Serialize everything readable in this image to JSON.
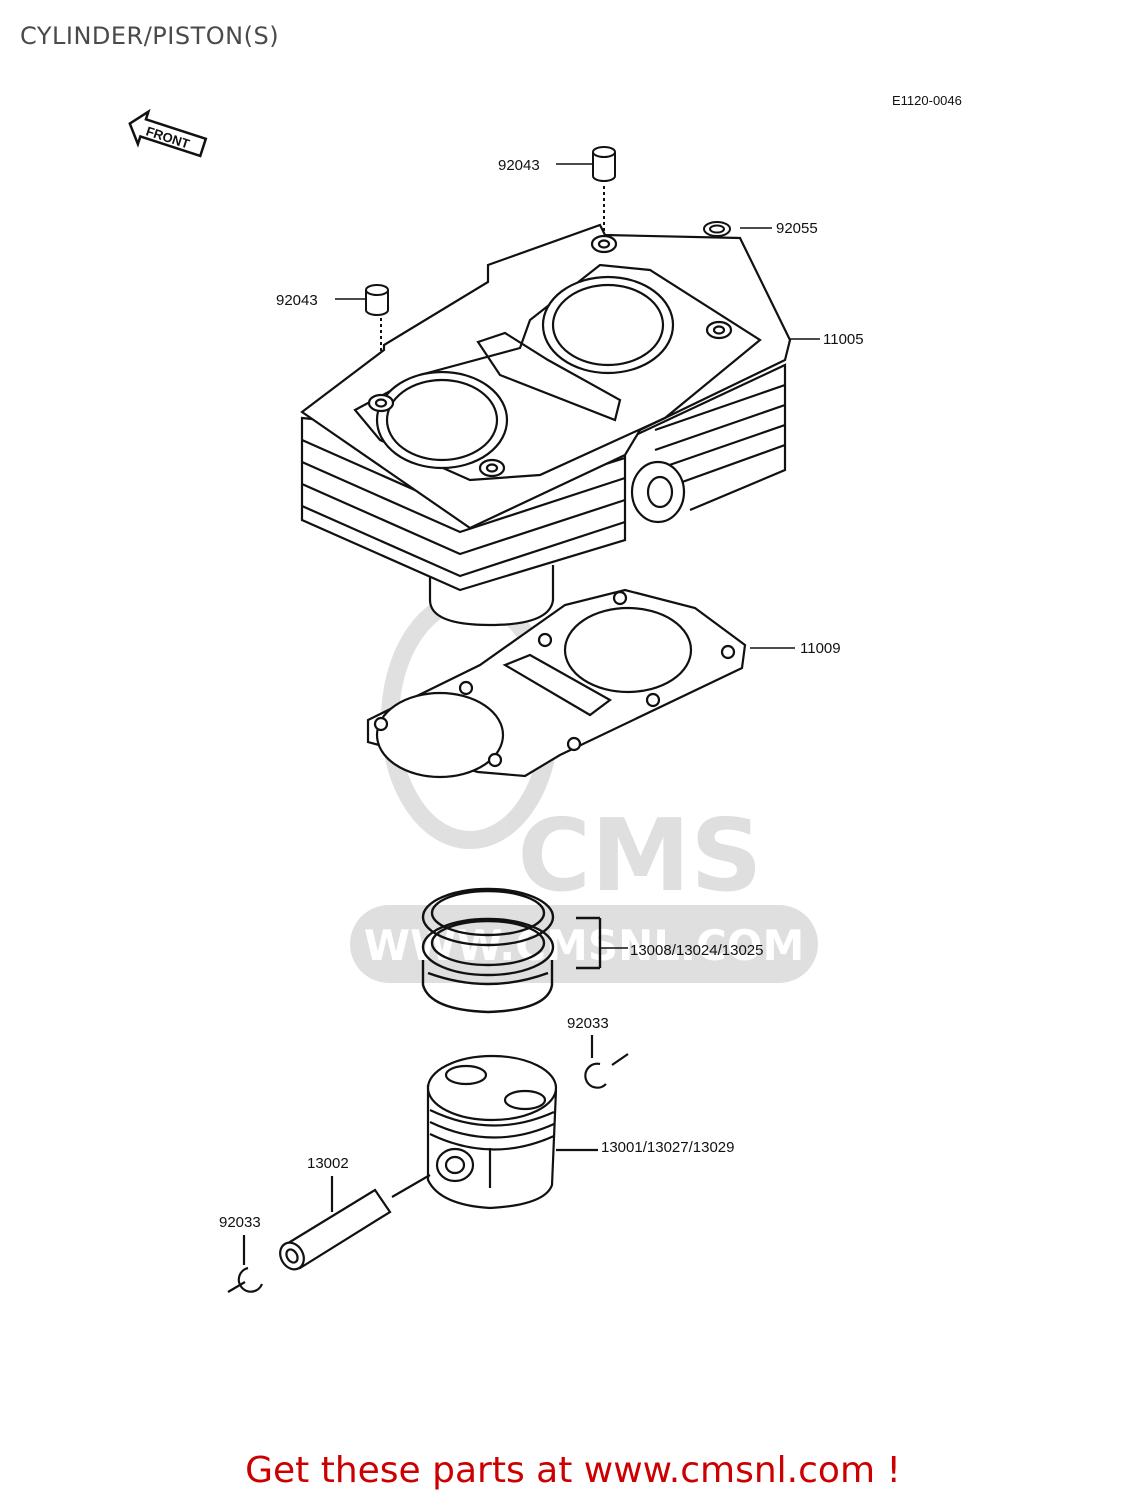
{
  "page_title": "CYLINDER/PISTON(S)",
  "diagram_code": "E1120-0046",
  "front_label": "FRONT",
  "watermark": {
    "brand": "CMS",
    "site": "WWW.CMSNL.COM"
  },
  "parts": [
    {
      "id": "92043",
      "name": "dowel-pin-upper"
    },
    {
      "id": "92055",
      "name": "o-ring"
    },
    {
      "id": "92043",
      "name": "dowel-pin-left"
    },
    {
      "id": "11005",
      "name": "cylinder"
    },
    {
      "id": "11009",
      "name": "cylinder-base-gasket"
    },
    {
      "id": "13008/13024/13025",
      "name": "piston-ring-set"
    },
    {
      "id": "92033",
      "name": "circlip-right"
    },
    {
      "id": "13001/13027/13029",
      "name": "piston"
    },
    {
      "id": "13002",
      "name": "piston-pin"
    },
    {
      "id": "92033",
      "name": "circlip-left"
    }
  ],
  "footer_text": "Get these parts at www.cmsnl.com !"
}
